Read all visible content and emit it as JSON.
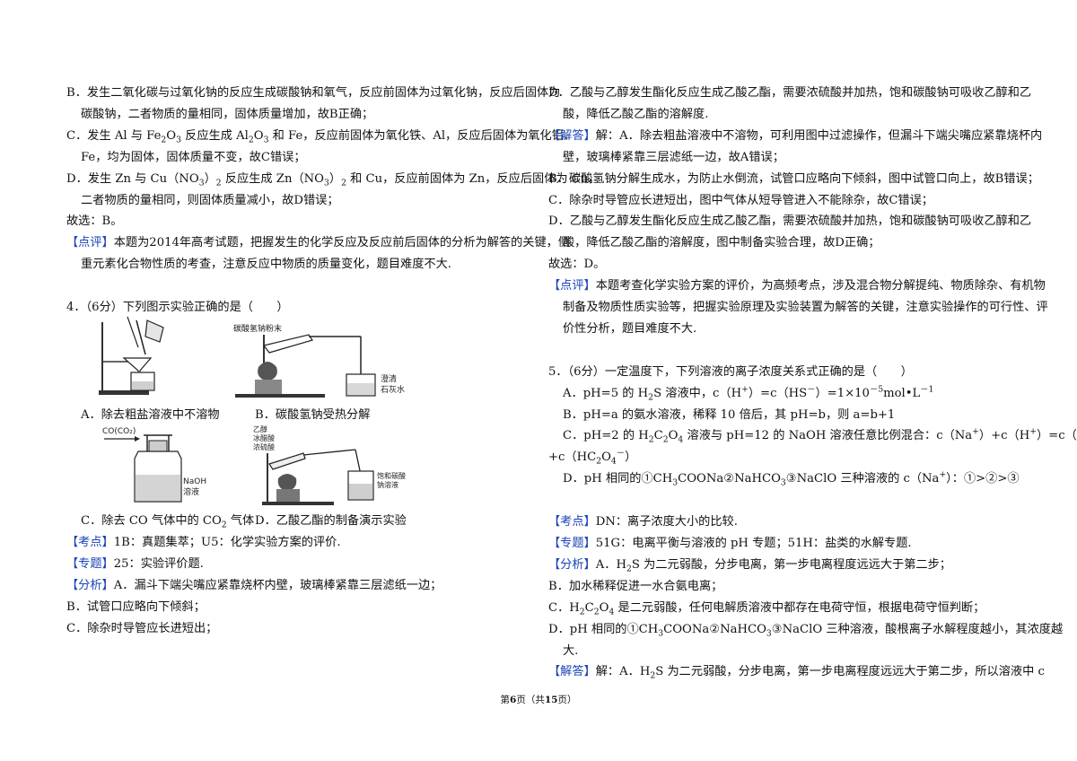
{
  "left": {
    "p3": {
      "b1": "B．发生二氧化碳与过氧化钠的反应生成碳酸钠和氧气，反应前固体为过氧化钠，反应后固体为",
      "b2": "碳酸钠，二者物质的量相同，固体质量增加，故B正确；",
      "c1a": "C．发生 Al 与 Fe",
      "c1b": "2",
      "c1c": "O",
      "c1d": "3",
      "c1e": " 反应生成 Al",
      "c1f": "2",
      "c1g": "O",
      "c1h": "3",
      "c1i": " 和 Fe，反应前固体为氧化铁、Al，反应后固体为氧化铝、",
      "c2": "Fe，均为固体，固体质量不变，故C错误；",
      "d1a": "D．发生 Zn 与 Cu（NO",
      "d1b": "3",
      "d1c": "）",
      "d1d": "2",
      "d1e": " 反应生成 Zn（NO",
      "d1f": "3",
      "d1g": "）",
      "d1h": "2",
      "d1i": " 和 Cu，反应前固体为 Zn，反应后固体为 Cu，",
      "d2": "二者物质的量相同，则固体质量减小，故D错误；",
      "ans": "故选：B。",
      "cmt_tag": "【点评】",
      "cmt1": "本题为2014年高考试题，把握发生的化学反应及反应前后固体的分析为解答的关键，侧",
      "cmt2": "重元素化合物性质的考查，注意反应中物质的质量变化，题目难度不大."
    },
    "q4": {
      "stem": "4．（6分）下列图示实验正确的是（　　）",
      "fig_b_label1": "碳酸氢钠粉末",
      "fig_b_label2": "澄清",
      "fig_b_label3": "石灰水",
      "fig_c_label1": "CO(CO₂)",
      "fig_c_label2": "NaOH",
      "fig_c_label3": "溶液",
      "fig_d_label1": "乙醇",
      "fig_d_label2": "冰醋酸",
      "fig_d_label3": "浓硫酸",
      "fig_d_label4": "饱和碳酸",
      "fig_d_label5": "钠溶液",
      "capA": "A．除去粗盐溶液中不溶物",
      "capB": "B．碳酸氢钠受热分解",
      "capCa": "C．除去 CO 气体中的 CO",
      "capCb": "2",
      "capCc": " 气体",
      "capD": "D．乙酸乙酯的制备演示实验",
      "kd_tag": "【考点】",
      "kd": "1B：真题集萃；U5：化学实验方案的评价.",
      "zt_tag": "【专题】",
      "zt": "25：实验评价题.",
      "fx_tag": "【分析】",
      "fx_a": "A．漏斗下端尖嘴应紧靠烧杯内壁，玻璃棒紧靠三层滤纸一边；",
      "fx_b": "B．试管口应略向下倾斜；",
      "fx_c": "C．除杂时导管应长进短出；"
    }
  },
  "right": {
    "q4c": {
      "d1": "D．乙酸与乙醇发生酯化反应生成乙酸乙酯，需要浓硫酸并加热，饱和碳酸钠可吸收乙醇和乙",
      "d2": "酸，降低乙酸乙酯的溶解度.",
      "jd_tag": "【解答】",
      "jd1": "解：A．除去粗盐溶液中不溶物，可利用图中过滤操作，但漏斗下端尖嘴应紧靠烧杯内",
      "jd2": "壁，玻璃棒紧靠三层滤纸一边，故A错误；",
      "jb": "B．碳酸氢钠分解生成水，为防止水倒流，试管口应略向下倾斜，图中试管口向上，故B错误；",
      "jc": "C．除杂时导管应长进短出，图中气体从短导管进入不能除杂，故C错误；",
      "jdd1": "D．乙酸与乙醇发生酯化反应生成乙酸乙酯，需要浓硫酸并加热，饱和碳酸钠可吸收乙醇和乙",
      "jdd2": "酸，降低乙酸乙酯的溶解度，图中制备实验合理，故D正确；",
      "ans": "故选：D。",
      "cmt_tag": "【点评】",
      "cmt1": "本题考查化学实验方案的评价，为高频考点，涉及混合物分解提纯、物质除杂、有机物",
      "cmt2": "制备及物质性质实验等，把握实验原理及实验装置为解答的关键，注意实验操作的可行性、评",
      "cmt3": "价性分析，题目难度不大."
    },
    "q5": {
      "stem": "5．（6分）一定温度下，下列溶液的离子浓度关系式正确的是（　　）",
      "oa_1": "A．pH=5 的 H",
      "oa_2": "2",
      "oa_3": "S 溶液中，c（H",
      "oa_4": "+",
      "oa_5": "）=c（HS",
      "oa_6": "－",
      "oa_7": "）=1×10",
      "oa_8": "－5",
      "oa_9": "mol•L",
      "oa_10": "－1",
      "ob": "B．pH=a 的氨水溶液，稀释 10 倍后，其 pH=b，则 a=b+1",
      "oc_1": "C．pH=2 的 H",
      "oc_2": "2",
      "oc_3": "C",
      "oc_4": "2",
      "oc_5": "O",
      "oc_6": "4",
      "oc_7": " 溶液与 pH=12 的 NaOH 溶液任意比例混合：c（Na",
      "oc_8": "+",
      "oc_9": "）+c（H",
      "oc_10": "+",
      "oc_11": "）=c（OH",
      "oc_12": "－",
      "oc_13": "）",
      "oc2_1": "+c（HC",
      "oc2_2": "2",
      "oc2_3": "O",
      "oc2_4": "4",
      "oc2_5": "－",
      "oc2_6": "）",
      "od_1": "D．pH 相同的①CH",
      "od_2": "3",
      "od_3": "COONa②NaHCO",
      "od_4": "3",
      "od_5": "③NaClO 三种溶液的 c（Na",
      "od_6": "+",
      "od_7": "）：①>②>③",
      "kd_tag": "【考点】",
      "kd": "DN：离子浓度大小的比较.",
      "zt_tag": "【专题】",
      "zt": "51G：电离平衡与溶液的 pH 专题；51H：盐类的水解专题.",
      "fx_tag": "【分析】",
      "fx_a1": "A．H",
      "fx_a2": "2",
      "fx_a3": "S 为二元弱酸，分步电离，第一步电离程度远远大于第二步；",
      "fx_b": "B．加水稀释促进一水合氨电离；",
      "fx_c1": "C．H",
      "fx_c2": "2",
      "fx_c3": "C",
      "fx_c4": "2",
      "fx_c5": "O",
      "fx_c6": "4",
      "fx_c7": " 是二元弱酸，任何电解质溶液中都存在电荷守恒，根据电荷守恒判断；",
      "fx_d1": "D．pH 相同的①CH",
      "fx_d2": "3",
      "fx_d3": "COONa②NaHCO",
      "fx_d4": "3",
      "fx_d5": "③NaClO 三种溶液，酸根离子水解程度越小，其浓度越",
      "fx_d6": "大.",
      "jd_tag": "【解答】",
      "jd1a": "解：A．H",
      "jd1b": "2",
      "jd1c": "S 为二元弱酸，分步电离，第一步电离程度远远大于第二步，所以溶液中 c"
    }
  },
  "footer": {
    "a": "第",
    "b": "6",
    "c": "页（共",
    "d": "15",
    "e": "页）"
  }
}
